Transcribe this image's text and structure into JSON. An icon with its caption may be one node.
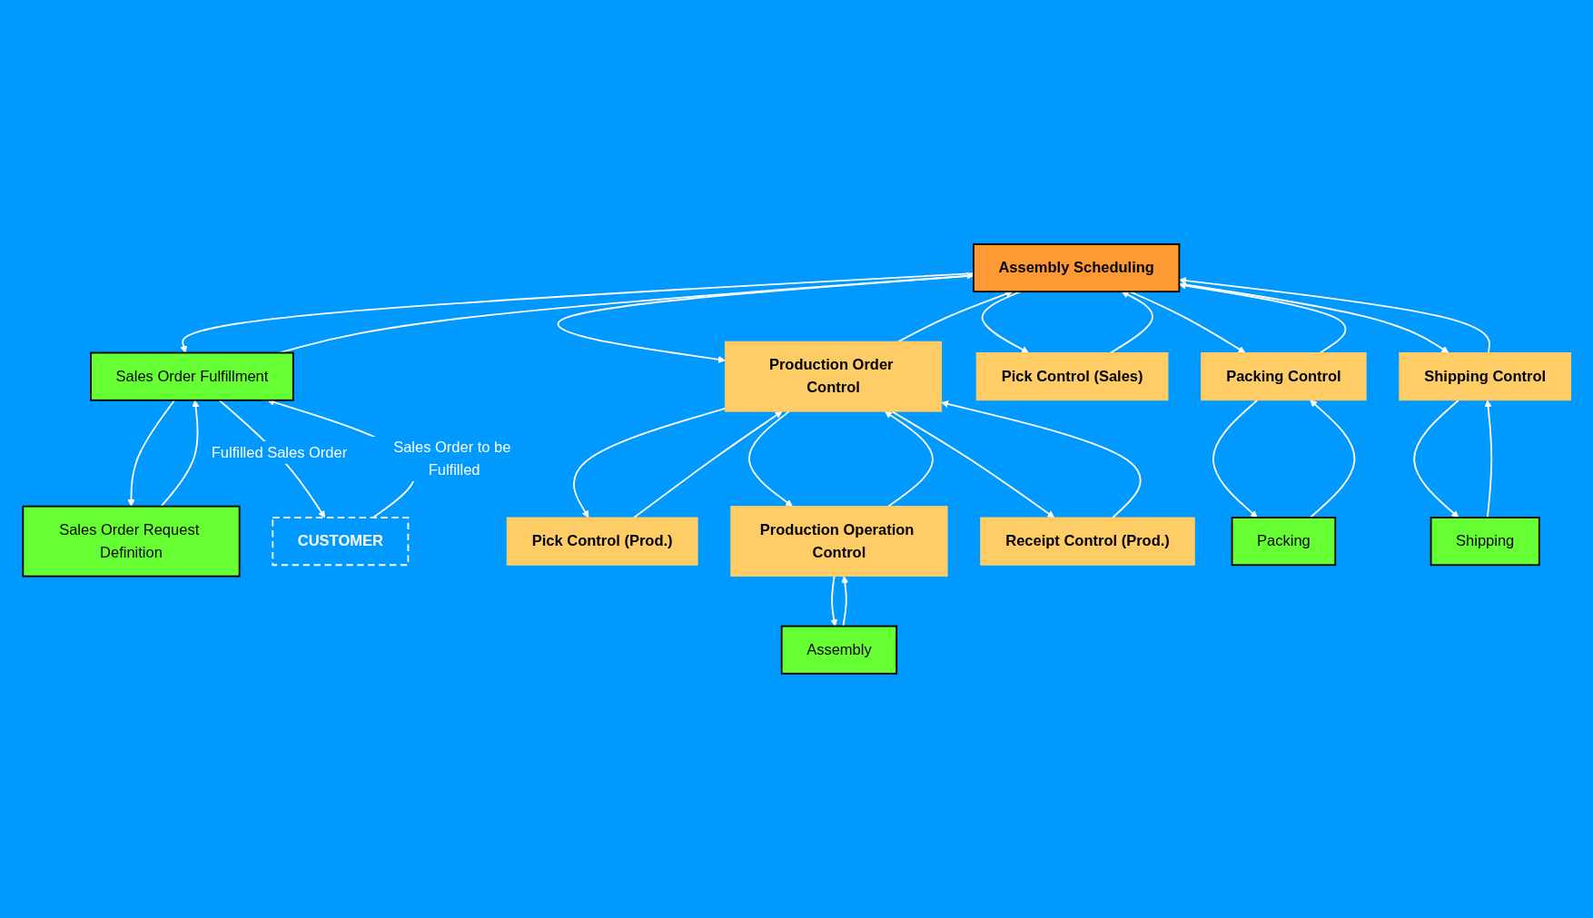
{
  "diagram": {
    "nodes": [
      {
        "text": [
          "Assembly Scheduling"
        ]
      },
      {
        "text": [
          "Sales Order Request Definition"
        ]
      },
      {
        "text": [
          "Sales Order Fulfillment"
        ]
      },
      {
        "text": [
          "CUSTOMER"
        ]
      },
      {
        "text": [
          "Production Order Control"
        ]
      },
      {
        "text": [
          "Pick Control (Prod.)"
        ]
      },
      {
        "text": [
          "Production Operation Control"
        ]
      },
      {
        "text": [
          "Receipt Control (Prod.)"
        ]
      },
      {
        "text": [
          "Pick Control (Sales)"
        ]
      },
      {
        "text": [
          "Packing Control"
        ]
      },
      {
        "text": [
          "Shipping Control"
        ]
      },
      {
        "text": [
          "Assembly"
        ]
      },
      {
        "text": [
          "Packing"
        ]
      },
      {
        "text": [
          "Shipping"
        ]
      }
    ],
    "edges": [
      {
        "from": 3,
        "to": 2,
        "arrow": "to",
        "label": "Sales Order to be Fulfilled"
      },
      {
        "from": 2,
        "to": 1,
        "arrow": "to"
      },
      {
        "from": 1,
        "to": 2,
        "arrow": "to"
      },
      {
        "from": 2,
        "to": 0,
        "arrow": "to"
      },
      {
        "from": 0,
        "to": 4,
        "arrow": "to"
      },
      {
        "from": 4,
        "to": 5,
        "arrow": "to"
      },
      {
        "from": 5,
        "to": 4,
        "arrow": "to"
      },
      {
        "from": 4,
        "to": 6,
        "arrow": "to"
      },
      {
        "from": 6,
        "to": 11,
        "arrow": "to"
      },
      {
        "from": 11,
        "to": 6,
        "arrow": "to"
      },
      {
        "from": 6,
        "to": 4,
        "arrow": "to"
      },
      {
        "from": 4,
        "to": 7,
        "arrow": "to"
      },
      {
        "from": 7,
        "to": 4,
        "arrow": "to"
      },
      {
        "from": 4,
        "to": 0,
        "arrow": "to"
      },
      {
        "from": 0,
        "to": 8,
        "arrow": "to"
      },
      {
        "from": 8,
        "to": 0,
        "arrow": "to"
      },
      {
        "from": 0,
        "to": 9,
        "arrow": "to"
      },
      {
        "from": 9,
        "to": 12,
        "arrow": "to"
      },
      {
        "from": 12,
        "to": 9,
        "arrow": "to"
      },
      {
        "from": 9,
        "to": 0,
        "arrow": "to"
      },
      {
        "from": 0,
        "to": 10,
        "arrow": "to"
      },
      {
        "from": 10,
        "to": 13,
        "arrow": "to"
      },
      {
        "from": 13,
        "to": 10,
        "arrow": "to"
      },
      {
        "from": 10,
        "to": 0,
        "arrow": "to"
      },
      {
        "from": 0,
        "to": 2,
        "arrow": "to"
      },
      {
        "from": 2,
        "to": 3,
        "arrow": "to",
        "label": "Fulfilled Sales Order"
      }
    ]
  }
}
